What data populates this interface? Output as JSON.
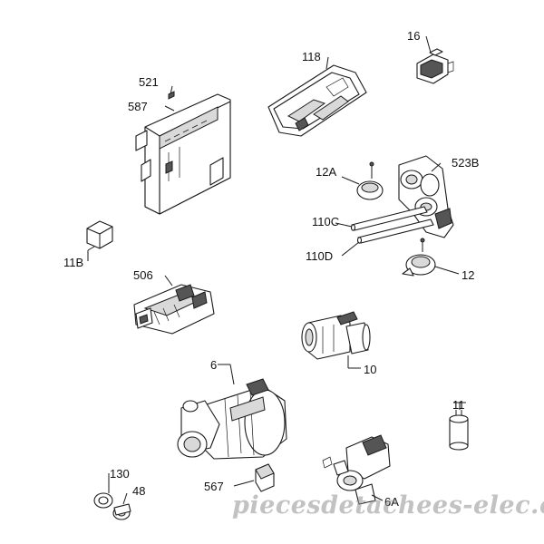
{
  "labels": {
    "l16": {
      "num": "16",
      "suf": ""
    },
    "l118": {
      "num": "118",
      "suf": ""
    },
    "l521": {
      "num": "521",
      "suf": ""
    },
    "l587": {
      "num": "587",
      "suf": ""
    },
    "l12a": {
      "num": "12",
      "suf": "A"
    },
    "l523b": {
      "num": "523",
      "suf": "B"
    },
    "l110c": {
      "num": "110",
      "suf": "C"
    },
    "l110d": {
      "num": "110",
      "suf": "D"
    },
    "l11b": {
      "num": "11",
      "suf": "B"
    },
    "l12": {
      "num": "12",
      "suf": ""
    },
    "l506": {
      "num": "506",
      "suf": ""
    },
    "l6": {
      "num": "6",
      "suf": ""
    },
    "l10": {
      "num": "10",
      "suf": ""
    },
    "l11": {
      "num": "11",
      "suf": ""
    },
    "l130": {
      "num": "130",
      "suf": ""
    },
    "l48": {
      "num": "48",
      "suf": ""
    },
    "l567": {
      "num": "567",
      "suf": ""
    },
    "l6a": {
      "num": "6",
      "suf": "A"
    }
  },
  "watermark": "piecesdetachees-elec.com"
}
